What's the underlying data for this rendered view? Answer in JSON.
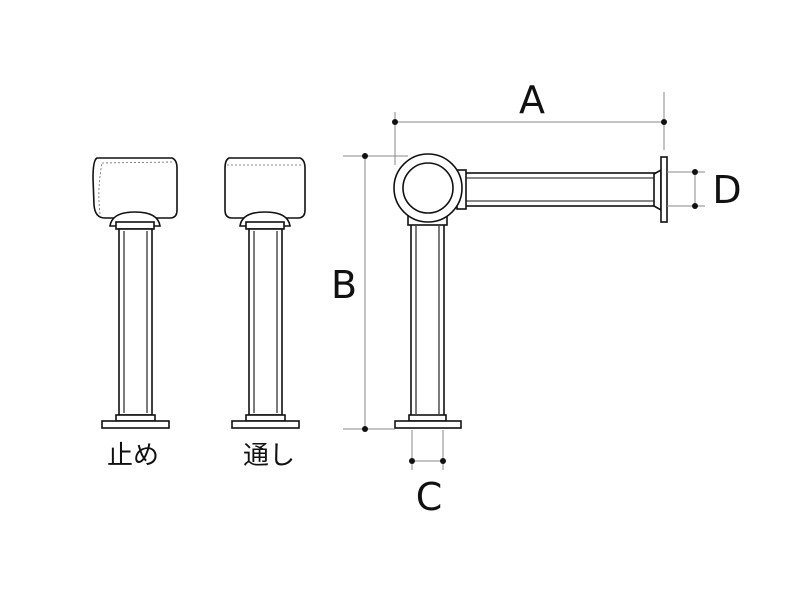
{
  "labels": {
    "stop": "止め",
    "through": "通し"
  },
  "dimensions": {
    "a": "A",
    "b": "B",
    "c": "C",
    "d": "D"
  }
}
